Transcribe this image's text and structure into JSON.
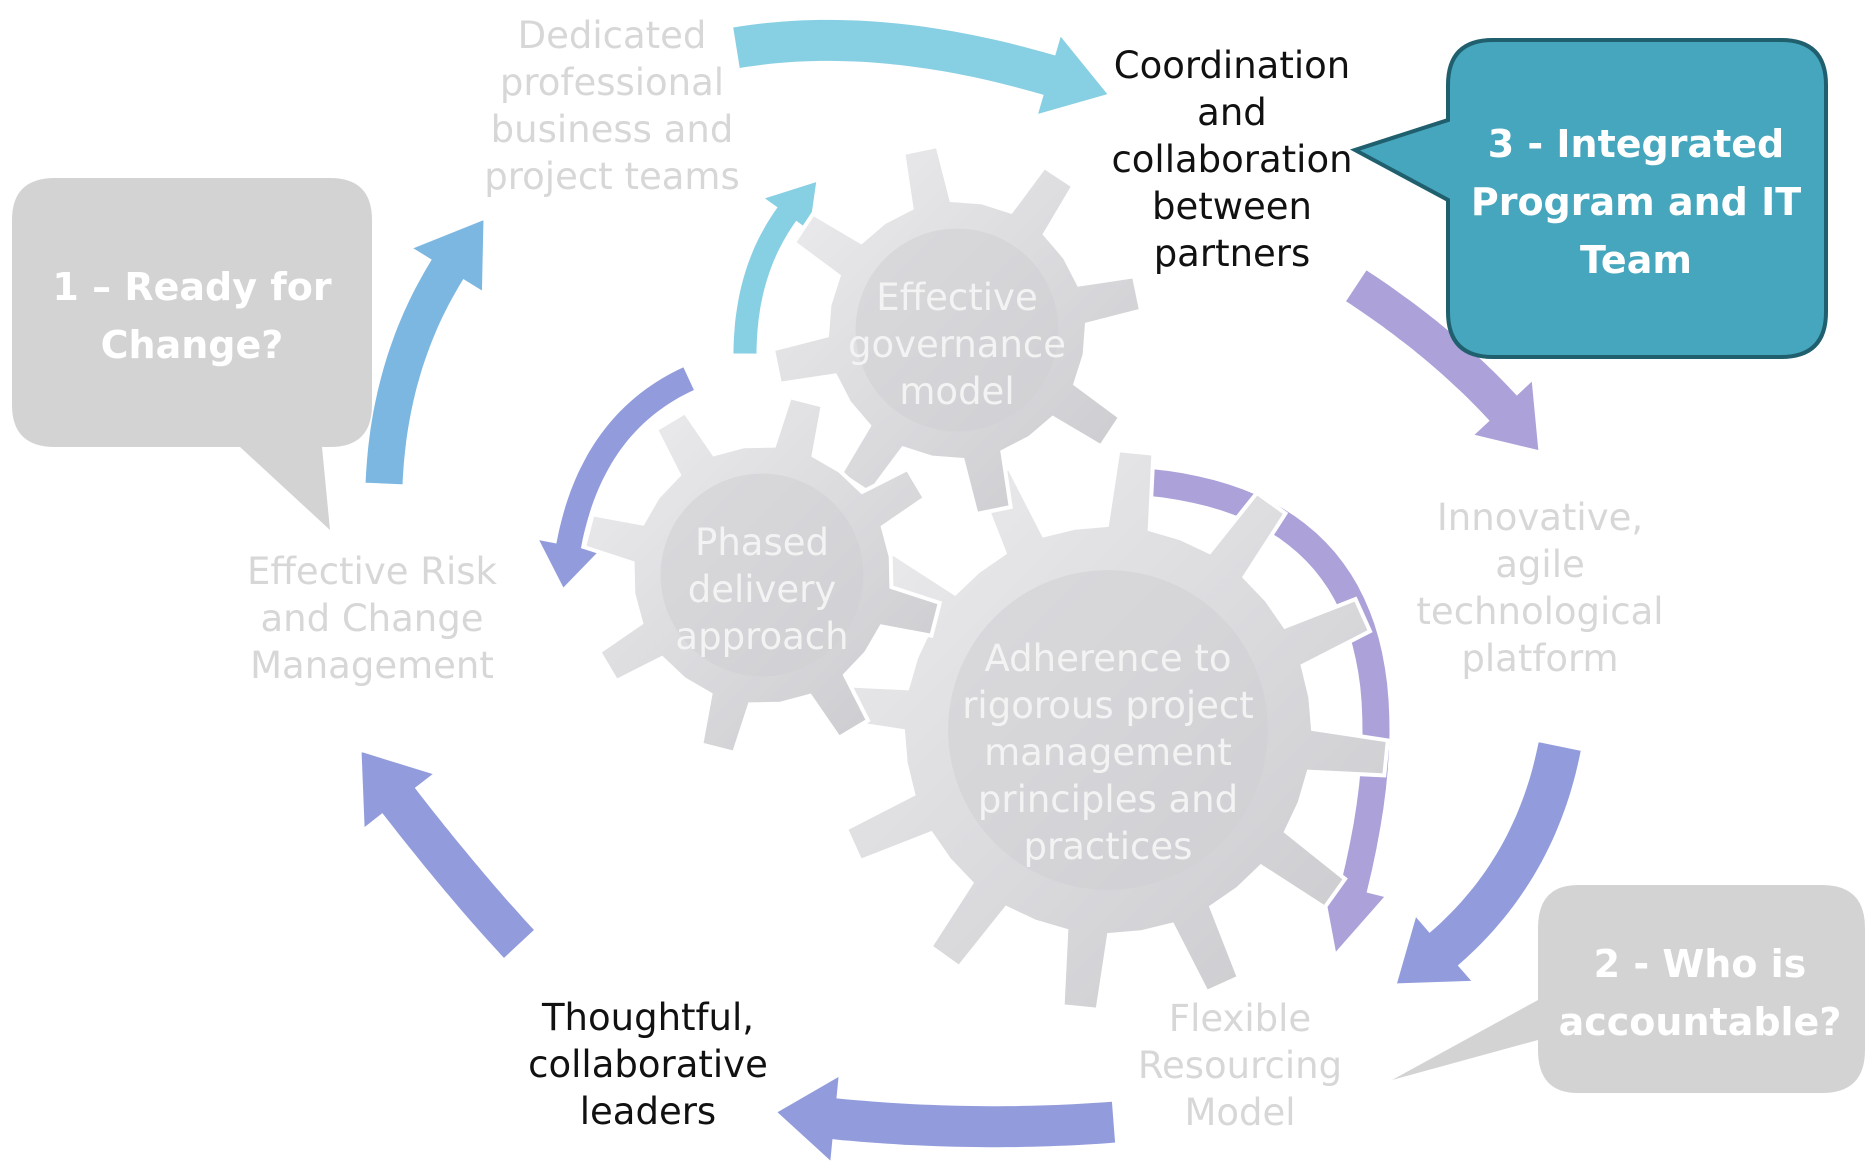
{
  "colors": {
    "bubble_grey": "#d3d3d3",
    "bubble_teal": "#46a6bd",
    "bubble_teal_border": "#1f5f6e",
    "arrow_cyan": "#6cc4dd",
    "arrow_blue": "#5ea7da",
    "arrow_indigo": "#7a86d4",
    "arrow_purple": "#9a8ccf",
    "gear_fill": "#dcdcdf",
    "faded_text": "#d7d7d7",
    "dark_text": "#111111"
  },
  "bubbles": {
    "ready": {
      "lines": [
        "1 – Ready for",
        "Change?"
      ]
    },
    "accountable": {
      "lines": [
        "2 - Who is",
        "accountable?"
      ]
    },
    "integrated": {
      "lines": [
        "3 - Integrated",
        "Program and IT",
        "Team"
      ]
    }
  },
  "outer_labels": {
    "dedicated": [
      "Dedicated",
      "professional",
      "business and",
      "project teams"
    ],
    "coordination": [
      "Coordination",
      "and",
      "collaboration",
      "between",
      "partners"
    ],
    "innovative": [
      "Innovative,",
      "agile",
      "technological",
      "platform"
    ],
    "flexible": [
      "Flexible",
      "Resourcing",
      "Model"
    ],
    "thoughtful": [
      "Thoughtful,",
      "collaborative",
      "leaders"
    ],
    "risk": [
      "Effective Risk",
      "and Change",
      "Management"
    ]
  },
  "gears": {
    "governance": [
      "Effective",
      "governance",
      "model"
    ],
    "phased": [
      "Phased",
      "delivery",
      "approach"
    ],
    "adherence": [
      "Adherence to",
      "rigorous project",
      "management",
      "principles and",
      "practices"
    ]
  }
}
